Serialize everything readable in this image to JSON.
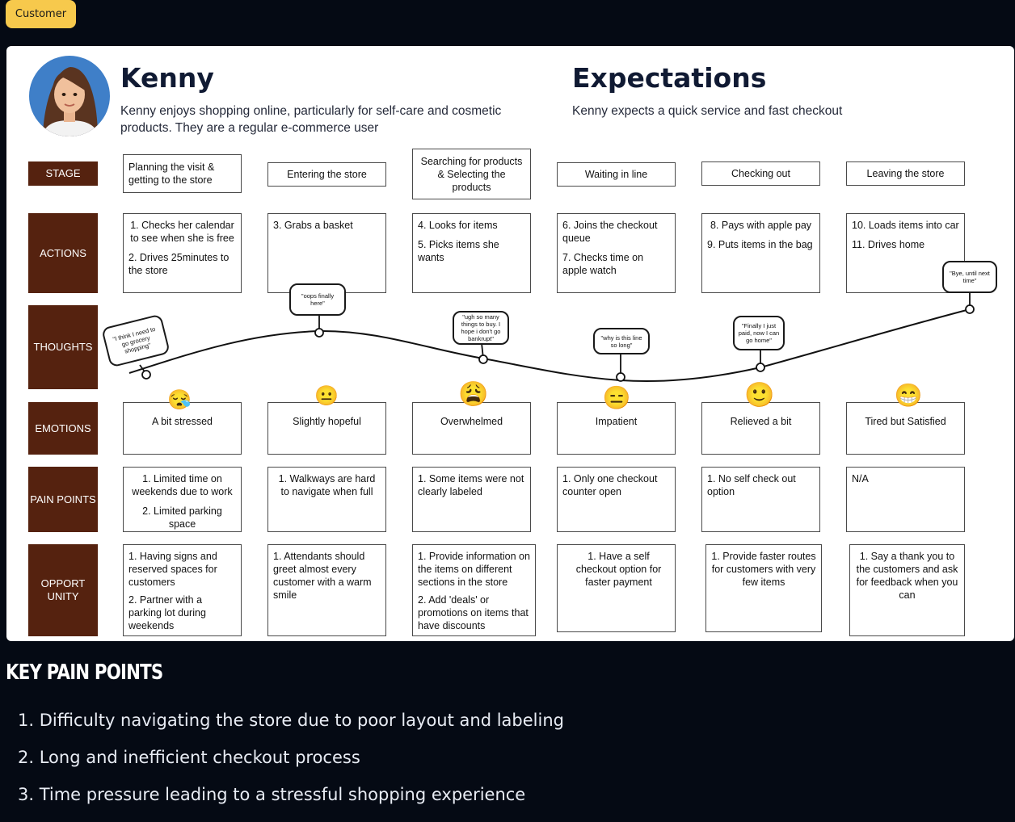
{
  "tag": "Customer",
  "persona": {
    "name": "Kenny",
    "description": "Kenny enjoys shopping online, particularly for self-care and cosmetic products. They are a regular e-commerce user"
  },
  "expectations": {
    "title": "Expectations",
    "description": "Kenny expects a quick service and fast checkout"
  },
  "row_labels": {
    "stage": "STAGE",
    "actions": "ACTIONS",
    "thoughts": "THOUGHTS",
    "emotions": "EMOTIONS",
    "pain_points": "PAIN POINTS",
    "opportunity_1": "OPPORT",
    "opportunity_2": "UNITY"
  },
  "stages": [
    {
      "stage": "Planning the visit & getting to the store",
      "actions": [
        "1. Checks her calendar to see when she is free",
        "2. Drives 25minutes to the store"
      ],
      "thought": "\"I think I need to go grocery shopping\"",
      "emoji": "😪",
      "emotion": "A bit stressed",
      "pain_points": [
        "1. Limited time on weekends due to work",
        "2. Limited parking space"
      ],
      "opportunities": [
        "1. Having signs and reserved spaces for customers",
        "2. Partner with a parking lot during weekends"
      ]
    },
    {
      "stage": "Entering the store",
      "actions": [
        "3. Grabs a basket"
      ],
      "thought": "\"oops finally here\"",
      "emoji": "😐",
      "emotion": "Slightly hopeful",
      "pain_points": [
        "1. Walkways are hard to navigate when full"
      ],
      "opportunities": [
        "1. Attendants should greet almost every customer with a warm smile"
      ]
    },
    {
      "stage": "Searching for products & Selecting the products",
      "actions": [
        "4. Looks for items",
        "5. Picks items she wants"
      ],
      "thought": "\"ugh so many things to buy. I hope i don't go bankrupt\"",
      "emoji": "😩",
      "emotion": "Overwhelmed",
      "pain_points": [
        "1. Some items were not clearly labeled"
      ],
      "opportunities": [
        "1. Provide information on the items on different sections in the store",
        "2. Add 'deals' or promotions on items that have discounts"
      ]
    },
    {
      "stage": "Waiting in line",
      "actions": [
        "6. Joins the checkout queue",
        "7. Checks time on apple watch"
      ],
      "thought": "\"why is this line so long\"",
      "emoji": "😑",
      "emotion": "Impatient",
      "pain_points": [
        "1. Only one checkout counter open"
      ],
      "opportunities": [
        "1. Have a self checkout option for faster payment"
      ]
    },
    {
      "stage": "Checking out",
      "actions": [
        "8. Pays with apple pay",
        "9. Puts items in the bag"
      ],
      "thought": "\"Finally I just paid, now I can go home\"",
      "emoji": "🙂",
      "emotion": "Relieved a bit",
      "pain_points": [
        "1. No self check out option"
      ],
      "opportunities": [
        "1. Provide faster routes for customers with very few items"
      ]
    },
    {
      "stage": "Leaving the store",
      "actions": [
        "10. Loads items into car",
        "11. Drives home"
      ],
      "thought": "\"Bye, until next time\"",
      "emoji": "😁",
      "emotion": "Tired but Satisfied",
      "pain_points": [
        "N/A"
      ],
      "opportunities": [
        "1. Say a thank you to the customers and ask for feedback when you can"
      ]
    }
  ],
  "key_pain_points": {
    "title": "KEY PAIN POINTS",
    "items": [
      "1. Difficulty navigating the store due to poor layout and labeling",
      "2. Long and inefficient checkout process",
      "3. Time pressure leading to a stressful shopping experience"
    ]
  },
  "colors": {
    "background": "#050a14",
    "tag": "#f7c94c",
    "row_label": "#55220f",
    "emoji_yellow": "#f9c534"
  }
}
